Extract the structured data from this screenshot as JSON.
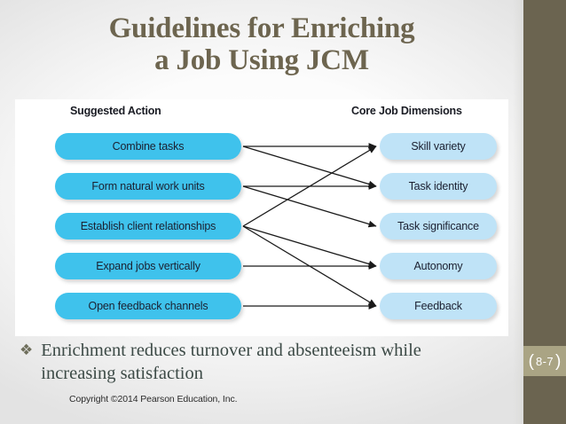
{
  "slide": {
    "title_line1": "Guidelines for Enriching",
    "title_line2": "a Job Using JCM",
    "number": "8-7",
    "bracket_open": "(",
    "bracket_close": ")",
    "copyright": "Copyright ©2014 Pearson Education, Inc.",
    "title_color": "#6d654f",
    "sidebar_color": "#6b6450",
    "number_band_color": "#aaa484"
  },
  "bullet": {
    "glyph": "❖",
    "glyph_name": "diamond-bullet",
    "text": "Enrichment reduces turnover and absenteeism while increasing satisfaction",
    "color": "#3c4a46"
  },
  "diagram": {
    "left_header": "Suggested Action",
    "right_header": "Core Job Dimensions",
    "left_pill_color": "#3fc2ec",
    "right_pill_color": "#bfe3f7",
    "arrow_color": "#1a1a1a",
    "suggested_actions": [
      {
        "id": "combine-tasks",
        "label": "Combine tasks"
      },
      {
        "id": "form-natural-work-units",
        "label": "Form natural work units"
      },
      {
        "id": "establish-client-relationships",
        "label": "Establish client relationships"
      },
      {
        "id": "expand-jobs-vertically",
        "label": "Expand jobs vertically"
      },
      {
        "id": "open-feedback-channels",
        "label": "Open feedback channels"
      }
    ],
    "core_job_dimensions": [
      {
        "id": "skill-variety",
        "label": "Skill variety"
      },
      {
        "id": "task-identity",
        "label": "Task identity"
      },
      {
        "id": "task-significance",
        "label": "Task significance"
      },
      {
        "id": "autonomy",
        "label": "Autonomy"
      },
      {
        "id": "feedback",
        "label": "Feedback"
      }
    ],
    "connections": [
      {
        "from": 0,
        "to": 0
      },
      {
        "from": 0,
        "to": 1
      },
      {
        "from": 1,
        "to": 1
      },
      {
        "from": 1,
        "to": 2
      },
      {
        "from": 2,
        "to": 0
      },
      {
        "from": 2,
        "to": 3
      },
      {
        "from": 2,
        "to": 4
      },
      {
        "from": 3,
        "to": 3
      },
      {
        "from": 4,
        "to": 4
      }
    ]
  }
}
